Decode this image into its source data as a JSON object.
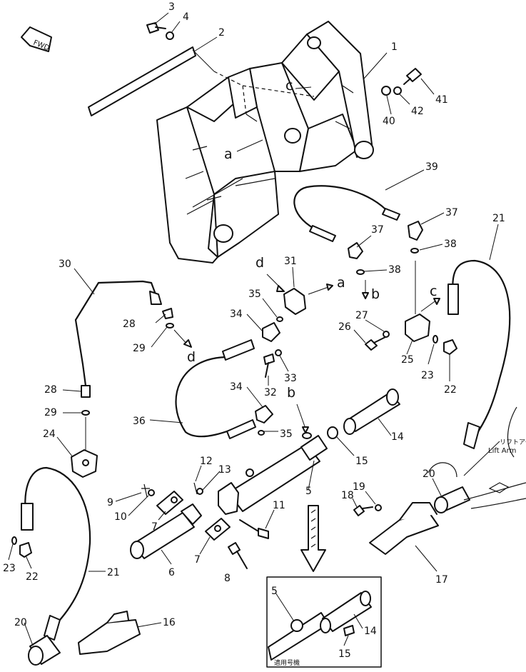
{
  "direction_label": "FWD",
  "parts": [
    "1",
    "2",
    "3",
    "4",
    "5",
    "6",
    "7",
    "8",
    "9",
    "10",
    "11",
    "12",
    "13",
    "14",
    "15",
    "16",
    "17",
    "18",
    "19",
    "20",
    "21",
    "22",
    "23",
    "24",
    "25",
    "26",
    "27",
    "28",
    "29",
    "30",
    "31",
    "32",
    "33",
    "34",
    "35",
    "36",
    "37",
    "38",
    "39",
    "40",
    "41",
    "42"
  ],
  "ref_marks": {
    "a": "a",
    "b": "b",
    "c": "c",
    "d": "d"
  },
  "lift_arm_jp": "リフトアーム",
  "lift_arm_en": "Lift Arm",
  "inset_caption": "適用号機",
  "inset_parts": {
    "p5": "5",
    "p14": "14",
    "p15": "15"
  }
}
